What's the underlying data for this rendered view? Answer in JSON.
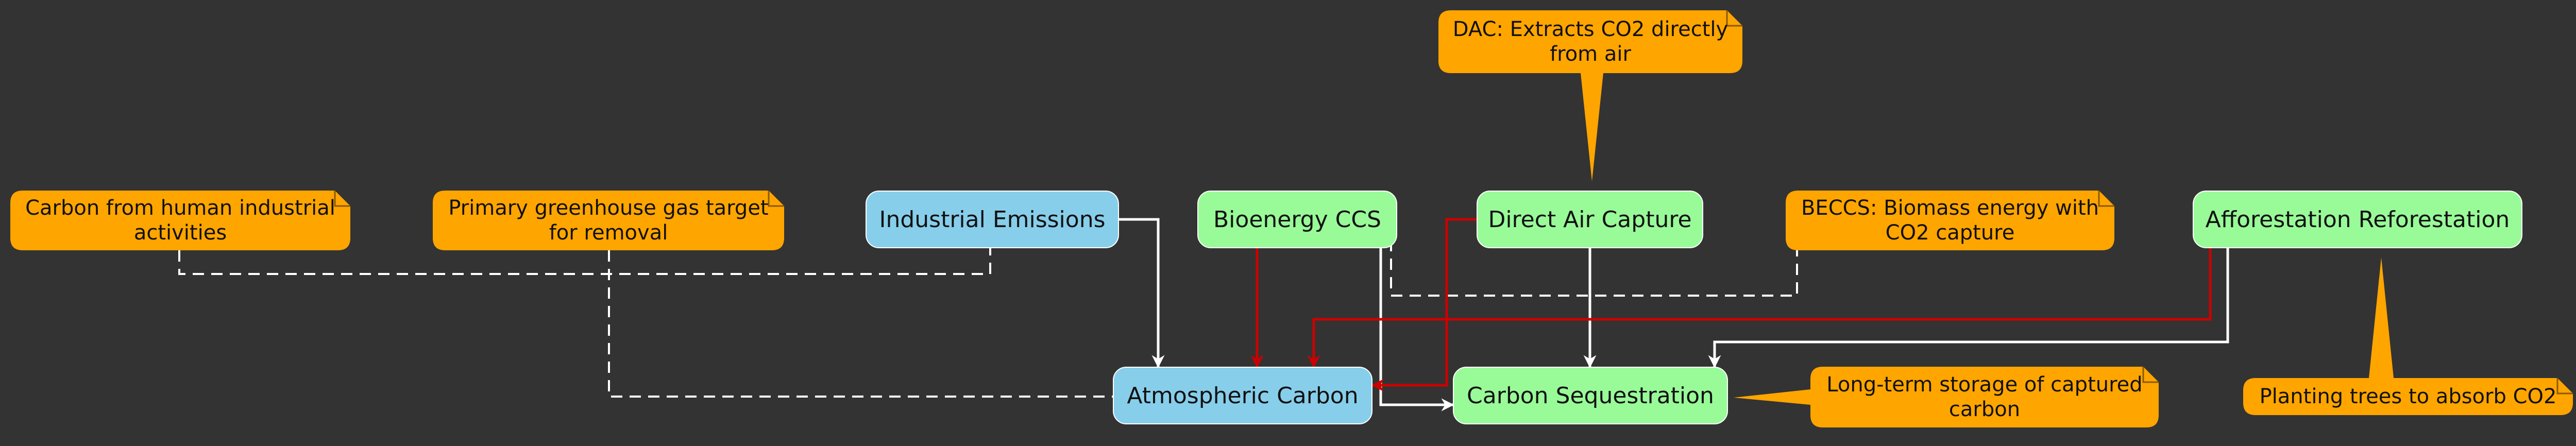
{
  "colors": {
    "background": "#333333",
    "blue_node": "#87CEEB",
    "green_node": "#98FB98",
    "note": "#FFA500",
    "arrow_white": "#FFFFFF",
    "arrow_red": "#CC0000"
  },
  "nodes": {
    "industrial_emissions": "Industrial Emissions",
    "bioenergy_ccs": "Bioenergy CCS",
    "direct_air_capture": "Direct Air Capture",
    "afforestation_reforestation": "Afforestation Reforestation",
    "atmospheric_carbon": "Atmospheric Carbon",
    "carbon_sequestration": "Carbon Sequestration"
  },
  "notes": {
    "industrial_note": "Carbon from human industrial activities",
    "atmospheric_note": "Primary greenhouse gas target for removal",
    "dac_note": "DAC: Extracts CO2 directly from air",
    "beccs_note": "BECCS: Biomass energy with CO2 capture",
    "sequestration_note": "Long-term storage of captured carbon",
    "afforestation_note": "Planting trees to absorb CO2"
  }
}
